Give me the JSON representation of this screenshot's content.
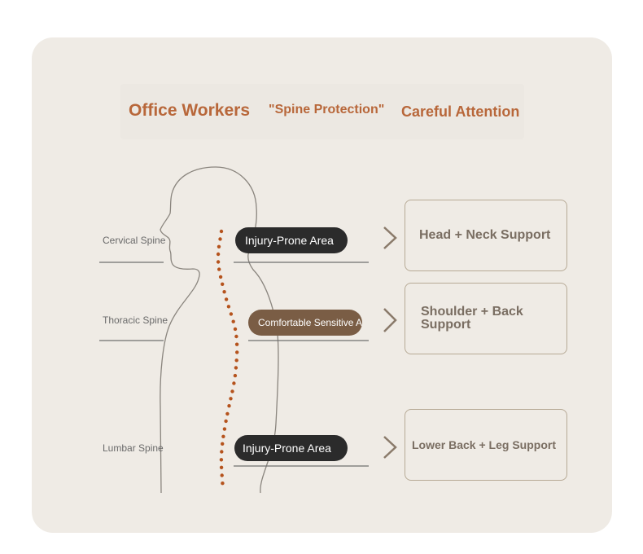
{
  "title": {
    "part1": "Office Workers",
    "part2": "\"Spine Protection\"",
    "part3": "Careful Attention"
  },
  "rows": [
    {
      "spine": "Cervical Spine",
      "area": "Injury-Prone Area",
      "support": "Head + Neck Support"
    },
    {
      "spine": "Thoracic Spine",
      "area": "Comfortable Sensitive Area",
      "support": "Shoulder + Back Support"
    },
    {
      "spine": "Lumbar Spine",
      "area": "Injury-Prone Area",
      "support": "Lower Back + Leg Support"
    }
  ],
  "colors": {
    "accent": "#b8673a",
    "card_bg": "#efebe5",
    "pill_dark": "#2b2b2b",
    "pill_brown": "#7a5d45",
    "box_border": "#b7aa96",
    "spine_dots": "#b5531d"
  },
  "icons": {
    "arrow": "chevron-right-icon"
  }
}
